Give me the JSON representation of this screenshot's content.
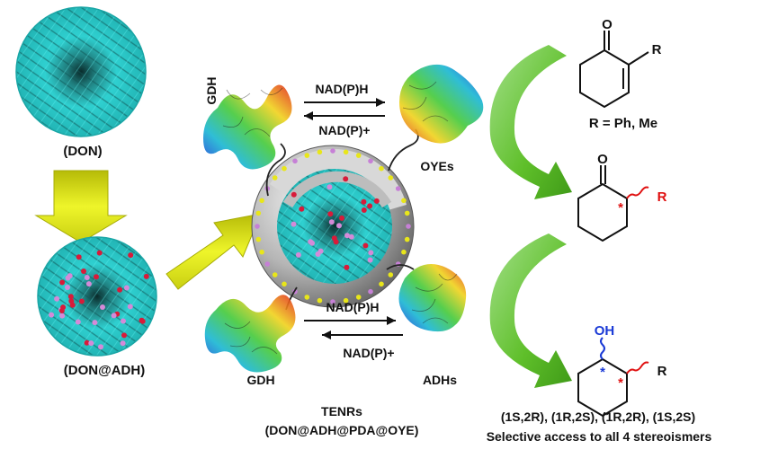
{
  "labels": {
    "don": "(DON)",
    "don_adh": "(DON@ADH)",
    "gdh_top": "GDH",
    "gdh_bottom": "GDH",
    "oyes": "OYEs",
    "adhs": "ADHs",
    "cofactor_top_forward": "NAD(P)H",
    "cofactor_top_reverse": "NAD(P)+",
    "cofactor_bottom_forward": "NAD(P)H",
    "cofactor_bottom_reverse": "NAD(P)+",
    "tenrs_title": "TENRs",
    "tenrs_formula": "(DON@ADH@PDA@OYE)"
  },
  "molecules": {
    "enone": {
      "carbonyl_atom": "O",
      "substituent": "R",
      "caption": "R = Ph, Me"
    },
    "ketone": {
      "carbonyl_atom": "O",
      "substituent": "R",
      "stereocenter_mark": "*"
    },
    "alcohol": {
      "hydroxyl": "OH",
      "substituent": "R",
      "stereocenter_mark_1": "*",
      "stereocenter_mark_2": "*"
    }
  },
  "products": {
    "stereoisomers": "(1S,2R), (1R,2S), (1R,2R), (1S,2S)",
    "access_caption": "Selective access to all 4 stereoismers"
  },
  "colors": {
    "cyan_nanoflower": "#27cfcf",
    "shell_gray": "#9e9e9e",
    "yellow_arrow": "#e6ef1e",
    "green_arrow": "#67c52a",
    "red_text": "#e01010",
    "blue_text": "#1a3ad6"
  }
}
